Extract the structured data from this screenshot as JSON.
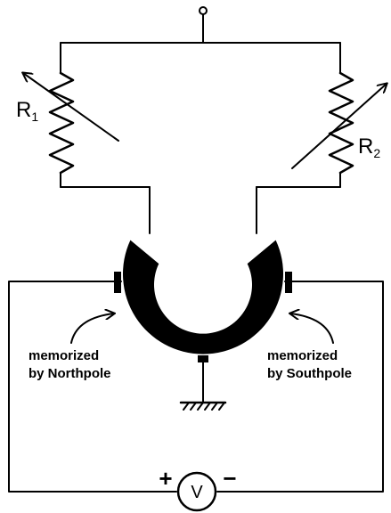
{
  "resistor_left": {
    "letter": "R",
    "subscript": "1"
  },
  "resistor_right": {
    "letter": "R",
    "subscript": "2"
  },
  "note_left": {
    "line1": "memorized",
    "line2": "by Northpole"
  },
  "note_right": {
    "line1": "memorized",
    "line2": "by Southpole"
  },
  "meter": {
    "label": "V",
    "plus": "+",
    "minus": "−"
  }
}
